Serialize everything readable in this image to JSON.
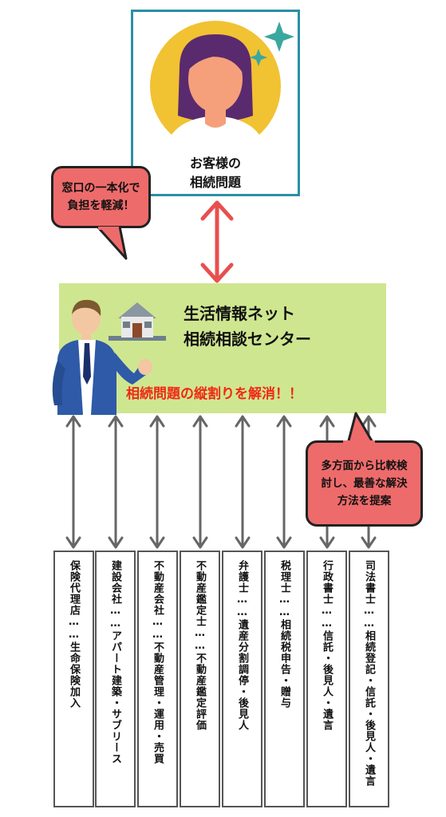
{
  "customer": {
    "line1": "お客様の",
    "line2": "相続問題"
  },
  "bubble_top": {
    "line1": "窓口の一本化で",
    "line2": "負担を軽減！"
  },
  "center": {
    "title_line1": "生活情報ネット",
    "title_line2": "相続相談センター",
    "subtitle": "相続問題の縦割りを解消！！"
  },
  "bubble_right": {
    "line1": "多方面から比較検",
    "line2": "討し、最善な解決",
    "line3": "方法を提案"
  },
  "services": [
    {
      "label": "保険代理店……生命保険加入"
    },
    {
      "label": "建設会社……アパート建築・サブリース"
    },
    {
      "label": "不動産会社……不動産管理・運用・売買"
    },
    {
      "label": "不動産鑑定士……不動産鑑定評価"
    },
    {
      "label": "弁護士……遺産分割調停・後見人"
    },
    {
      "label": "税理士……相続税申告・贈与"
    },
    {
      "label": "行政書士……信託・後見人・遺言"
    },
    {
      "label": "司法書士……相続登記・信託・後見人・遺言"
    }
  ],
  "colors": {
    "panel": "#cfe690",
    "bubble": "#ee6b6b",
    "arrow_red": "#e84f4f",
    "arrow_gray": "#666666",
    "frame": "#2b8fa3",
    "subtitle": "#f02814"
  }
}
